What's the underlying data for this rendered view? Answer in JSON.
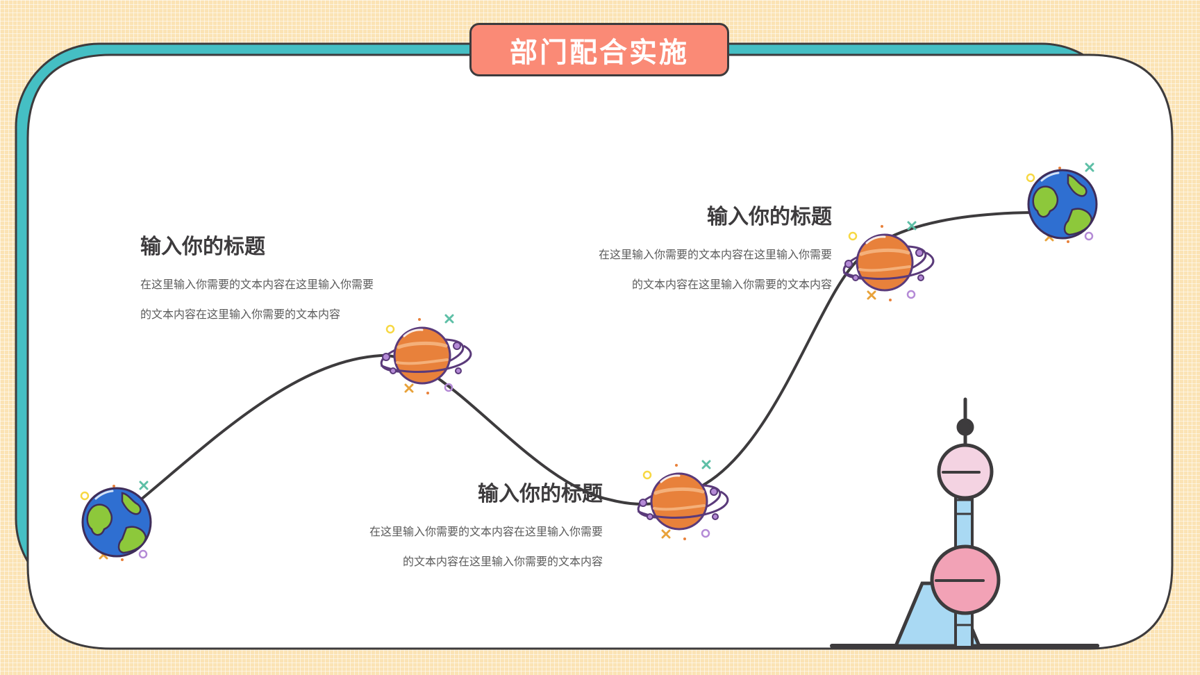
{
  "title": "部门配合实施",
  "blocks": [
    {
      "title": "输入你的标题",
      "line1": "在这里输入你需要的文本内容在这里输入你需要",
      "line2": "的文本内容在这里输入你需要的文本内容"
    },
    {
      "title": "输入你的标题",
      "line1": "在这里输入你需要的文本内容在这里输入你需要",
      "line2": "的文本内容在这里输入你需要的文本内容"
    },
    {
      "title": "输入你的标题",
      "line1": "在这里输入你需要的文本内容在这里输入你需要",
      "line2": "的文本内容在这里输入你需要的文本内容"
    }
  ],
  "colors": {
    "background": "#fbe3b4",
    "frame_accent": "#45bfc4",
    "title_fill": "#fa8a76",
    "outline": "#3d3b3d",
    "planet_orange": "#e8813b",
    "earth_blue": "#2f6fd1",
    "earth_green": "#8dc83b",
    "tower_pink": "#f2a2b6",
    "tower_blue": "#a9d9f3"
  }
}
